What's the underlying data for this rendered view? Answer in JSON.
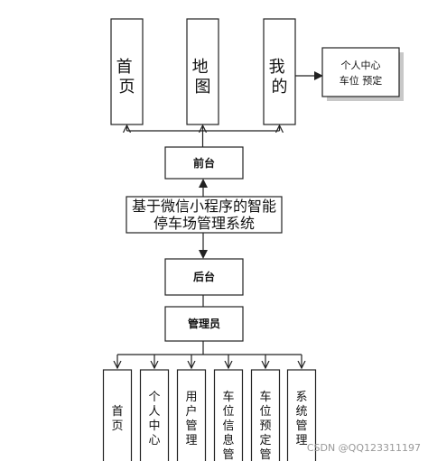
{
  "top_nodes": [
    "首页",
    "地图",
    "我的"
  ],
  "profile_box": {
    "line1": "个人中心",
    "line2": "车位 预定"
  },
  "frontend": "前台",
  "system": {
    "line1": "基于微信小程序的智能",
    "line2": "停车场管理系统"
  },
  "backend": "后台",
  "admin": "管理员",
  "bottom_nodes": [
    "首页",
    "个人中心",
    "用户管理",
    "车位信息管理",
    "车位预定管理",
    "系统管理"
  ],
  "watermark": "CSDN @QQ123311197"
}
